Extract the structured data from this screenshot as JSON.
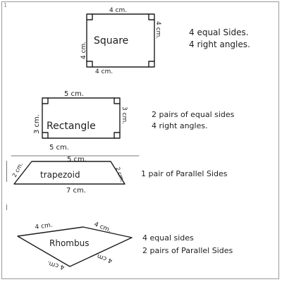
{
  "page_mark": "1",
  "shapes": [
    {
      "id": "square",
      "name": "Square",
      "side_labels": {
        "top": "4 cm.",
        "right": "4 cm.",
        "bottom": "4 cm.",
        "left": "4 cm."
      },
      "properties": [
        "4 equal Sides.",
        "4 right angles."
      ]
    },
    {
      "id": "rectangle",
      "name": "Rectangle",
      "side_labels": {
        "top": "5 cm.",
        "right": "3 cm.",
        "bottom": "5 cm.",
        "left": "3 cm."
      },
      "properties": [
        "2 pairs of equal sides",
        "4 right angles."
      ]
    },
    {
      "id": "trapezoid",
      "name": "trapezoid",
      "side_labels": {
        "top": "5 cm.",
        "right": "2 cm.",
        "bottom": "7 cm.",
        "left": "2 cm."
      },
      "properties": [
        "1 pair of Parallel Sides"
      ]
    },
    {
      "id": "rhombus",
      "name": "Rhombus",
      "side_labels": {
        "top_left": "4 cm.",
        "top_right": "4 cm.",
        "bottom_right": "4 cm.",
        "bottom_left": "4 cm."
      },
      "properties": [
        "4 equal sides",
        "2 pairs of Parallel Sides"
      ]
    }
  ]
}
